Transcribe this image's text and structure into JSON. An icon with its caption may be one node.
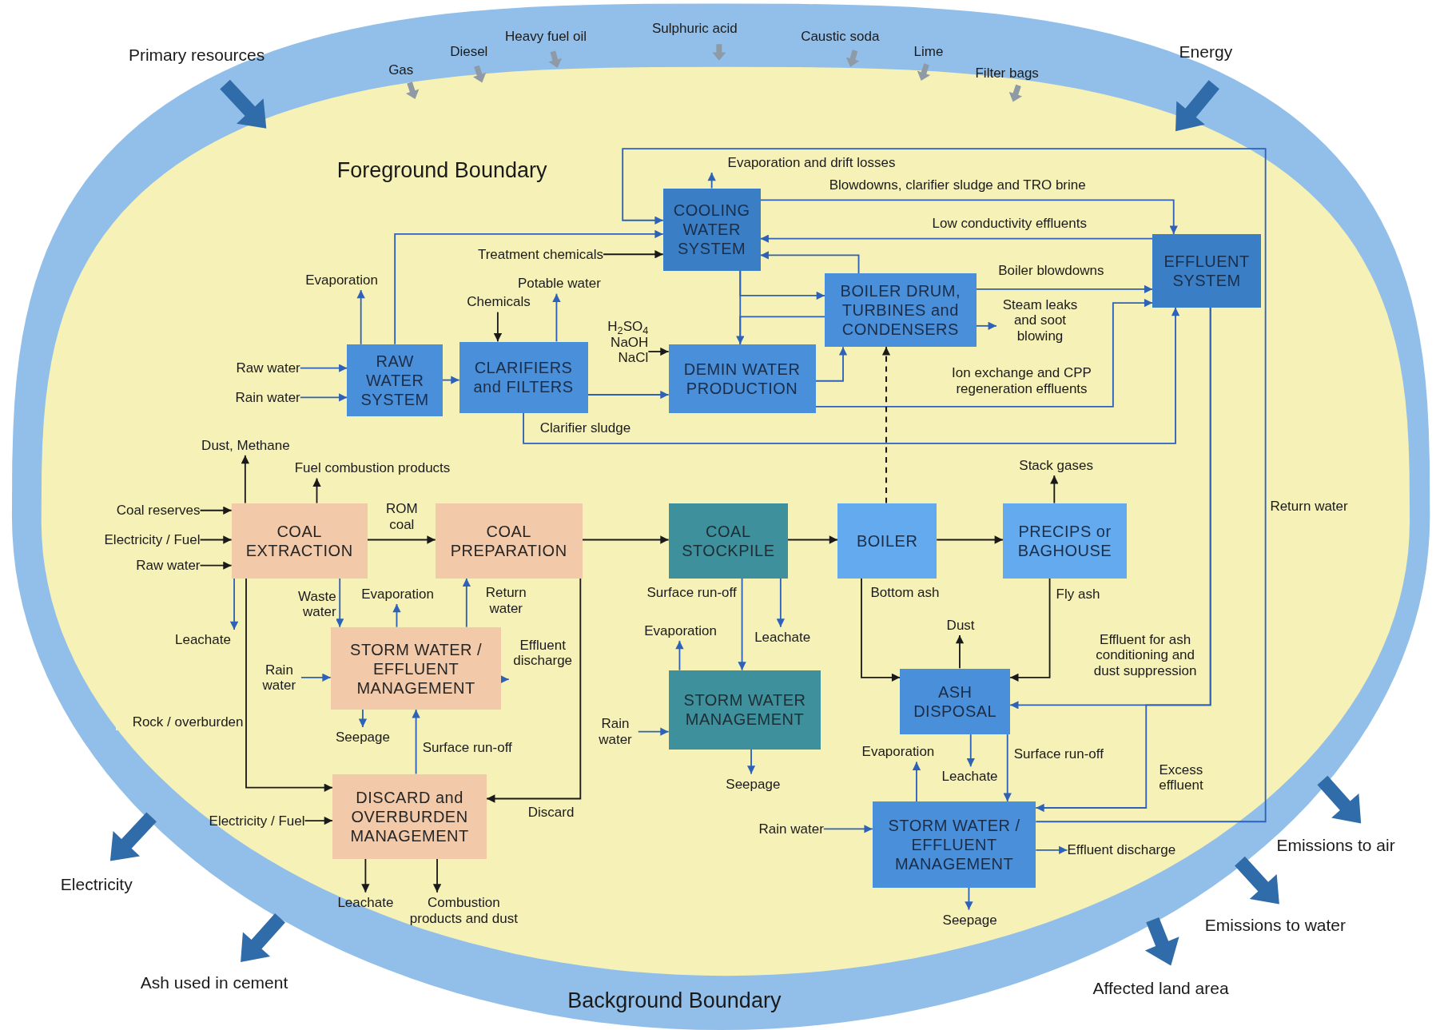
{
  "diagram": {
    "nodes": [
      {
        "text": [
          "COOLING WATER SYSTEM"
        ]
      },
      {
        "text": [
          "EFFLUENT SYSTEM"
        ]
      },
      {
        "text": [
          "BOILER DRUM, TURBINES and CONDENSERS"
        ]
      },
      {
        "text": [
          "RAW WATER SYSTEM"
        ]
      },
      {
        "text": [
          "CLARIFIERS and FILTERS"
        ]
      },
      {
        "text": [
          "DEMIN WATER PRODUCTION"
        ]
      },
      {
        "text": [
          "COAL EXTRACTION"
        ]
      },
      {
        "text": [
          "COAL PREPARATION"
        ]
      },
      {
        "text": [
          "COAL STOCKPILE"
        ]
      },
      {
        "text": [
          "BOILER"
        ]
      },
      {
        "text": [
          "PRECIPS or BAGHOUSE"
        ]
      },
      {
        "text": [
          "STORM WATER / EFFLUENT MANAGEMENT"
        ]
      },
      {
        "text": [
          "STORM WATER MANAGEMENT"
        ]
      },
      {
        "text": [
          "ASH DISPOSAL"
        ]
      },
      {
        "text": [
          "DISCARD and OVERBURDEN MANAGEMENT"
        ]
      },
      {
        "text": [
          "STORM WATER / EFFLUENT MANAGEMENT"
        ]
      },
      {
        "text": [
          "Evaporation and drift losses"
        ]
      },
      {
        "text": [
          "Treatment chemicals"
        ]
      },
      {
        "text": [
          "Evaporation"
        ]
      },
      {
        "text": [
          "Potable water"
        ]
      },
      {
        "text": [
          "Chemicals"
        ]
      },
      {
        "text": [
          "H$_{2}$SO$_{4}$ NaOH NaCl"
        ]
      },
      {
        "text": [
          "Raw water"
        ]
      },
      {
        "text": [
          "Rain water"
        ]
      },
      {
        "text": [
          "Steam leaks and soot blowing"
        ]
      },
      {
        "text": [
          "Dust, Methane"
        ]
      },
      {
        "text": [
          "Fuel combustion products"
        ]
      },
      {
        "text": [
          "Coal reserves"
        ]
      },
      {
        "text": [
          "Electricity / Fuel"
        ]
      },
      {
        "text": [
          "Raw water"
        ]
      },
      {
        "text": [
          "Leachate"
        ]
      },
      {
        "text": [
          "Evaporation"
        ]
      },
      {
        "text": [
          "Rain water"
        ]
      },
      {
        "text": [
          "Effluent discharge"
        ]
      },
      {
        "text": [
          "Seepage"
        ]
      },
      {
        "text": [
          "Electricity / Fuel"
        ]
      },
      {
        "text": [
          "Leachate"
        ]
      },
      {
        "text": [
          "Combustion products and dust"
        ]
      },
      {
        "text": [
          "Evaporation"
        ]
      },
      {
        "text": [
          "Leachate"
        ]
      },
      {
        "text": [
          "Rain water"
        ]
      },
      {
        "text": [
          "Seepage"
        ]
      },
      {
        "text": [
          "Stack gases"
        ]
      },
      {
        "text": [
          "Dust"
        ]
      },
      {
        "text": [
          "Evaporation"
        ]
      },
      {
        "text": [
          "Leachate"
        ]
      },
      {
        "text": [
          "Rain water"
        ]
      },
      {
        "text": [
          "Effluent discharge"
        ]
      },
      {
        "text": [
          "Seepage"
        ]
      }
    ],
    "edges": [
      {
        "from": 0,
        "to": 16,
        "arrow": "to"
      },
      {
        "from": 17,
        "to": 0,
        "arrow": "to",
        "color": "#1a1a1a"
      },
      {
        "from": 3,
        "to": 18,
        "arrow": "to"
      },
      {
        "from": 4,
        "to": 19,
        "arrow": "to"
      },
      {
        "from": 20,
        "to": 4,
        "arrow": "to",
        "color": "#1a1a1a"
      },
      {
        "from": 21,
        "to": 5,
        "arrow": "to",
        "color": "#1a1a1a"
      },
      {
        "from": 22,
        "to": 3,
        "arrow": "to"
      },
      {
        "from": 23,
        "to": 3,
        "arrow": "to"
      },
      {
        "from": 2,
        "to": 24,
        "arrow": "to"
      },
      {
        "from": 6,
        "to": 25,
        "arrow": "to",
        "color": "#1a1a1a"
      },
      {
        "from": 6,
        "to": 26,
        "arrow": "to",
        "color": "#1a1a1a"
      },
      {
        "from": 27,
        "to": 6,
        "arrow": "to",
        "color": "#1a1a1a"
      },
      {
        "from": 28,
        "to": 6,
        "arrow": "to",
        "color": "#1a1a1a"
      },
      {
        "from": 29,
        "to": 6,
        "arrow": "to",
        "color": "#1a1a1a"
      },
      {
        "from": 6,
        "to": 30,
        "arrow": "to"
      },
      {
        "from": 11,
        "to": 31,
        "arrow": "to"
      },
      {
        "from": 32,
        "to": 11,
        "arrow": "to"
      },
      {
        "from": 11,
        "to": 33,
        "arrow": "to"
      },
      {
        "from": 11,
        "to": 34,
        "arrow": "to"
      },
      {
        "from": 35,
        "to": 14,
        "arrow": "to",
        "color": "#1a1a1a"
      },
      {
        "from": 14,
        "to": 36,
        "arrow": "to",
        "color": "#1a1a1a"
      },
      {
        "from": 14,
        "to": 37,
        "arrow": "to",
        "color": "#1a1a1a"
      },
      {
        "from": 12,
        "to": 38,
        "arrow": "to"
      },
      {
        "from": 8,
        "to": 39,
        "arrow": "to"
      },
      {
        "from": 40,
        "to": 12,
        "arrow": "to"
      },
      {
        "from": 12,
        "to": 41,
        "arrow": "to"
      },
      {
        "from": 10,
        "to": 42,
        "arrow": "to",
        "color": "#1a1a1a"
      },
      {
        "from": 13,
        "to": 43,
        "arrow": "to",
        "color": "#1a1a1a"
      },
      {
        "from": 15,
        "to": 44,
        "arrow": "to"
      },
      {
        "from": 13,
        "to": 45,
        "arrow": "to"
      },
      {
        "from": 46,
        "to": 15,
        "arrow": "to"
      },
      {
        "from": 15,
        "to": 47,
        "arrow": "to"
      },
      {
        "from": 15,
        "to": 48,
        "arrow": "to"
      },
      {
        "from": 3,
        "to": 0,
        "arrow": "to"
      },
      {
        "from": 3,
        "to": 4,
        "arrow": "to"
      },
      {
        "from": 4,
        "to": 5,
        "arrow": "to"
      },
      {
        "from": 4,
        "to": 1,
        "arrow": "to",
        "label": "Clarifier sludge"
      },
      {
        "from": 0,
        "to": 1,
        "arrow": "to",
        "label": "Blowdowns, clarifier sludge and TRO brine"
      },
      {
        "from": 1,
        "to": 0,
        "arrow": "to",
        "label": "Low conductivity effluents"
      },
      {
        "from": 0,
        "to": 2,
        "arrow": "to"
      },
      {
        "from": 0,
        "to": 5,
        "arrow": "to"
      },
      {
        "from": 2,
        "to": 5,
        "arrow": "none"
      },
      {
        "from": 2,
        "to": 0,
        "arrow": "to"
      },
      {
        "from": 5,
        "to": 2,
        "arrow": "to"
      },
      {
        "from": 2,
        "to": 1,
        "arrow": "to",
        "label": "Boiler blowdowns"
      },
      {
        "from": 5,
        "to": 1,
        "arrow": "to",
        "label": "Ion exchange and CPP regeneration effluents"
      },
      {
        "from": 1,
        "to": 13,
        "arrow": "to",
        "label": "Effluent for ash conditioning and dust suppression"
      },
      {
        "from": 1,
        "to": 15,
        "arrow": "to",
        "label": "Excess effluent"
      },
      {
        "from": 15,
        "to": 0,
        "arrow": "to",
        "label": "Return water"
      },
      {
        "from": 9,
        "to": 2,
        "arrow": "to",
        "style": "dashed",
        "color": "#1a1a1a"
      },
      {
        "from": 6,
        "to": 7,
        "arrow": "to",
        "label": "ROM coal",
        "color": "#1a1a1a"
      },
      {
        "from": 6,
        "to": 11,
        "arrow": "to",
        "label": "Waste water"
      },
      {
        "from": 11,
        "to": 7,
        "arrow": "to",
        "label": "Return water"
      },
      {
        "from": 6,
        "to": 14,
        "arrow": "to",
        "label": "Rock / overburden",
        "color": "#1a1a1a"
      },
      {
        "from": 7,
        "to": 14,
        "arrow": "to",
        "label": "Discard",
        "color": "#1a1a1a"
      },
      {
        "from": 14,
        "to": 11,
        "arrow": "to",
        "label": "Surface run-off"
      },
      {
        "from": 7,
        "to": 8,
        "arrow": "to",
        "color": "#1a1a1a"
      },
      {
        "from": 8,
        "to": 9,
        "arrow": "to",
        "color": "#1a1a1a"
      },
      {
        "from": 9,
        "to": 10,
        "arrow": "to",
        "color": "#1a1a1a"
      },
      {
        "from": 8,
        "to": 12,
        "arrow": "to",
        "label": "Surface run-off"
      },
      {
        "from": 9,
        "to": 13,
        "arrow": "to",
        "label": "Bottom ash",
        "color": "#1a1a1a"
      },
      {
        "from": 10,
        "to": 13,
        "arrow": "to",
        "label": "Fly ash",
        "color": "#1a1a1a"
      },
      {
        "from": 13,
        "to": 15,
        "arrow": "to",
        "label": "Surface run-off"
      }
    ],
    "labels": [
      "Primary resources",
      "Gas",
      "Diesel",
      "Heavy fuel oil",
      "Sulphuric acid",
      "Caustic soda",
      "Lime",
      "Filter bags",
      "Energy",
      "Foreground Boundary",
      "Electricity",
      "Emissions to air",
      "Emissions to water",
      "Ash used in cement",
      "Background Boundary",
      "Affected land area"
    ]
  }
}
